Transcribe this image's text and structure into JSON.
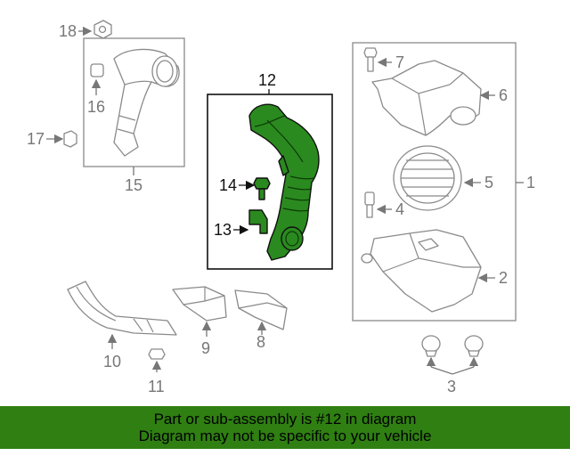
{
  "diagram": {
    "highlight_color": "#2a8a1f",
    "callouts": [
      "1",
      "2",
      "3",
      "4",
      "5",
      "6",
      "7",
      "8",
      "9",
      "10",
      "11",
      "12",
      "13",
      "14",
      "15",
      "16",
      "17",
      "18"
    ],
    "highlighted_part": "12"
  },
  "banner": {
    "background": "#2f7f12",
    "line1": "Part or sub-assembly is #12 in diagram",
    "line2": "Diagram may not be specific to your vehicle"
  }
}
